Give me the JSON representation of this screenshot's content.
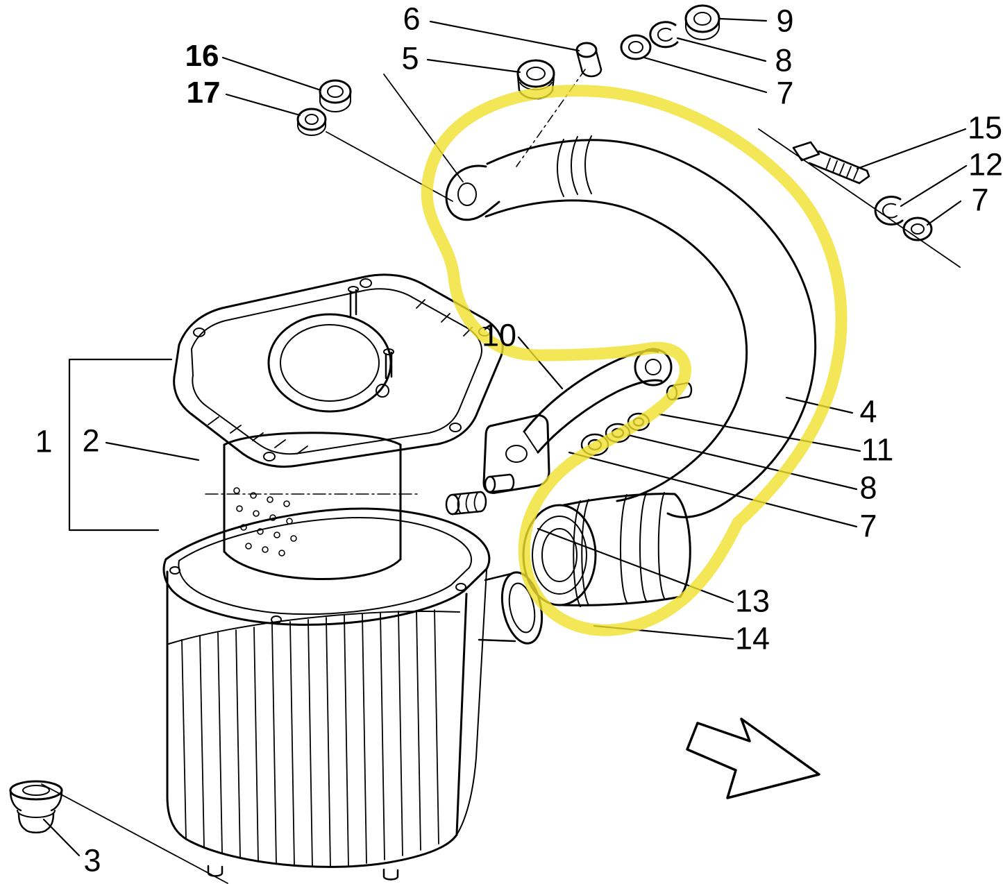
{
  "diagram": {
    "kind": "exploded-parts-diagram",
    "background_color": "#ffffff",
    "line_color": "#000000",
    "highlight_color": "#f0e12e",
    "icons": {
      "direction_arrow": "arrow-down-right-outline"
    },
    "callouts": [
      {
        "label": "6"
      },
      {
        "label": "9"
      },
      {
        "label": "5"
      },
      {
        "label": "8"
      },
      {
        "label": "7"
      },
      {
        "label": "16"
      },
      {
        "label": "17"
      },
      {
        "label": "15"
      },
      {
        "label": "12"
      },
      {
        "label": "7"
      },
      {
        "label": "10"
      },
      {
        "label": "1"
      },
      {
        "label": "2"
      },
      {
        "label": "4"
      },
      {
        "label": "11"
      },
      {
        "label": "8"
      },
      {
        "label": "7"
      },
      {
        "label": "13"
      },
      {
        "label": "14"
      },
      {
        "label": "3"
      }
    ]
  }
}
